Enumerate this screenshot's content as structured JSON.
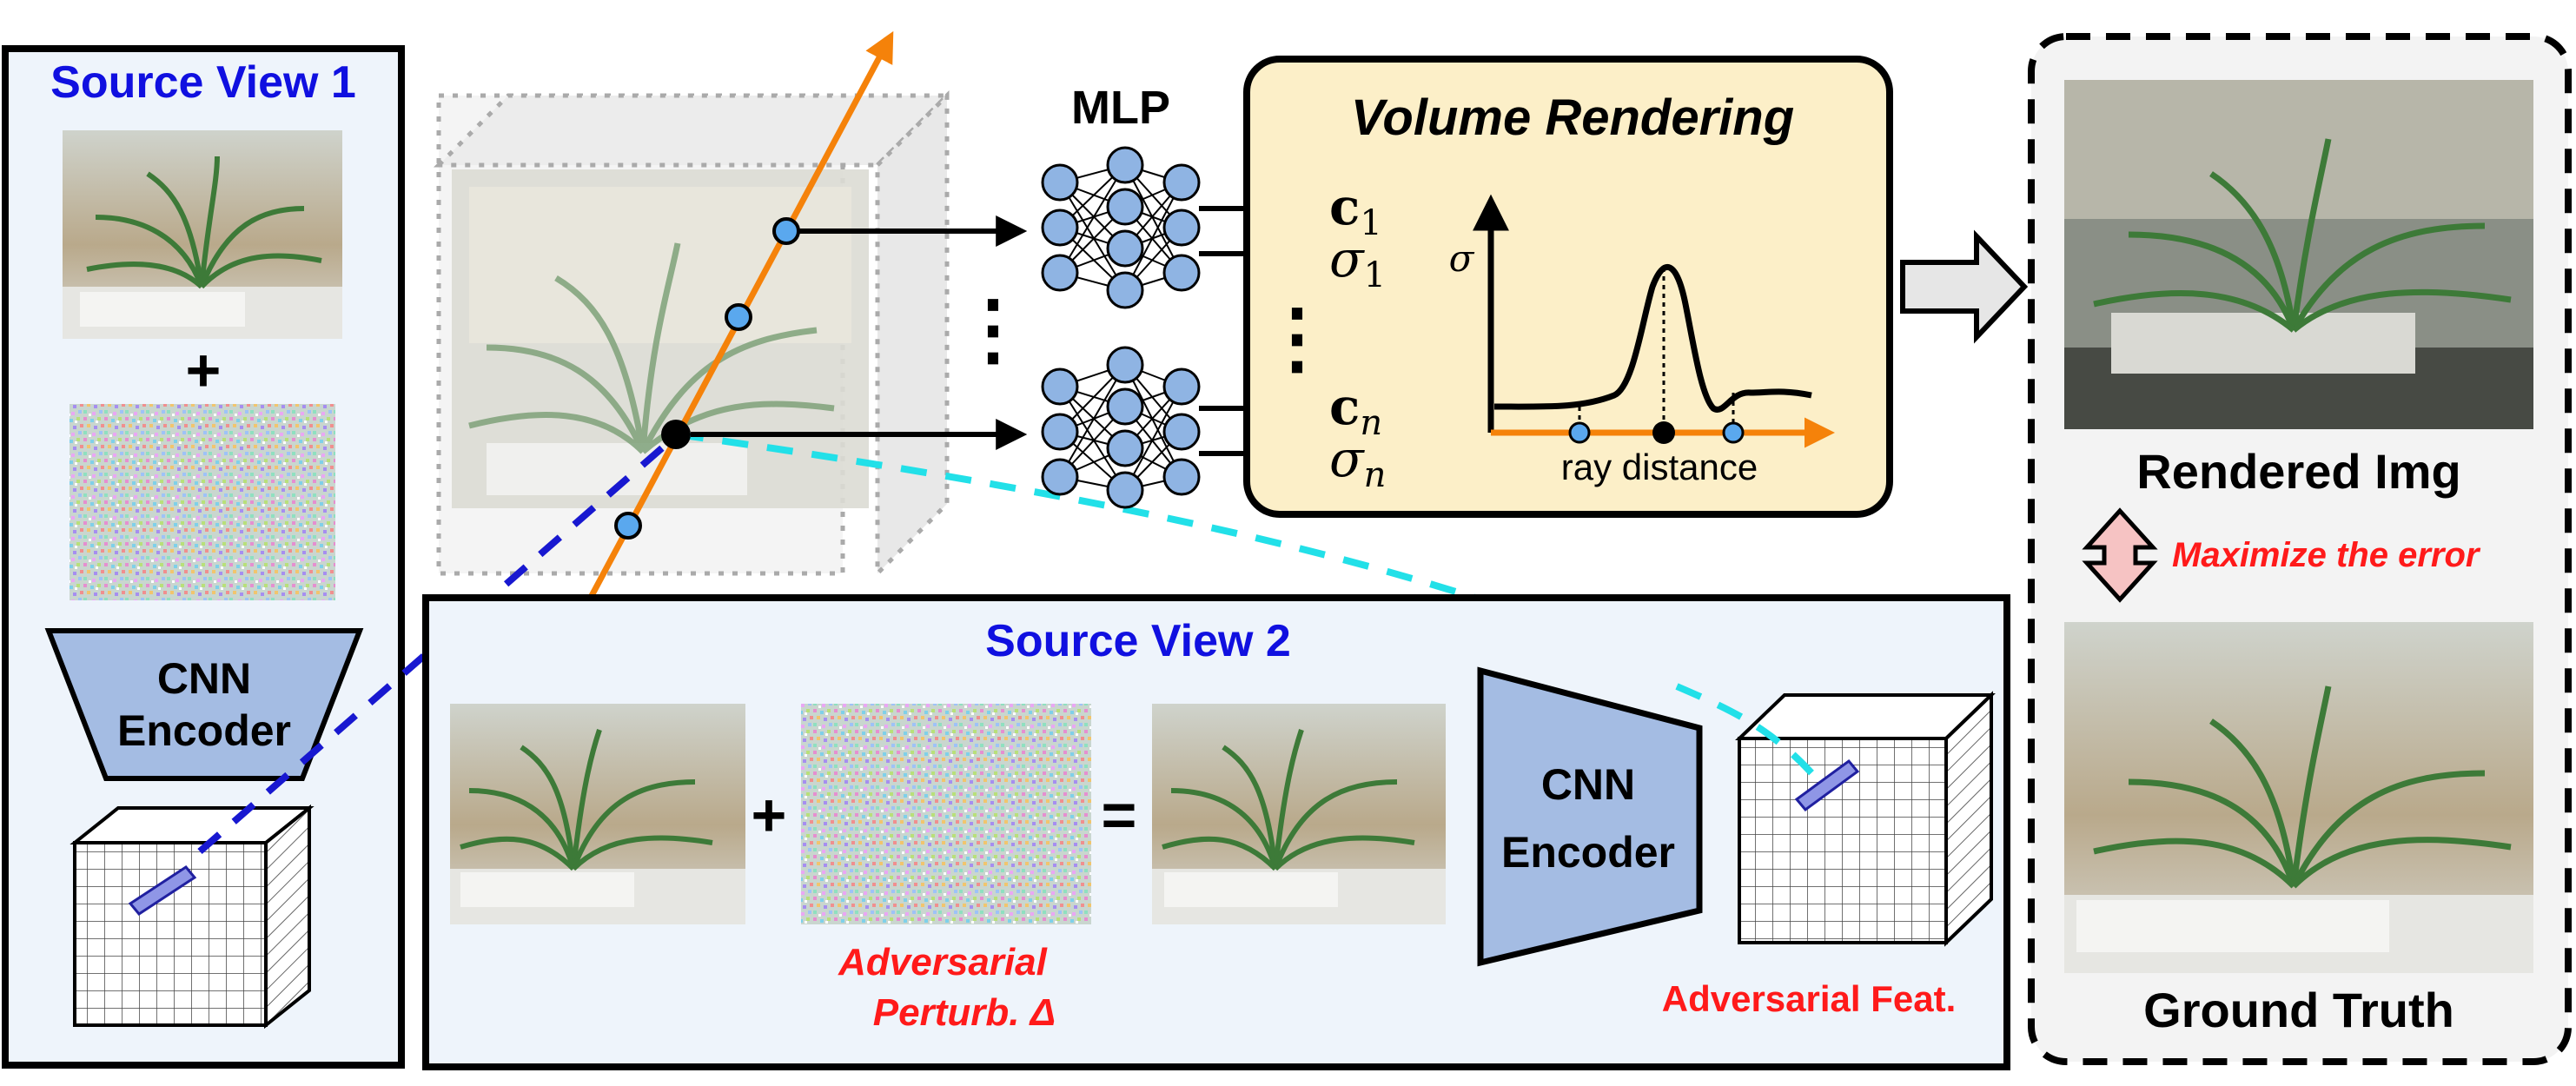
{
  "source_view_1": {
    "title": "Source View 1",
    "plus": "+",
    "encoder_line1": "CNN",
    "encoder_line2": "Encoder"
  },
  "source_view_2": {
    "title": "Source View 2",
    "plus": "+",
    "equals": "=",
    "encoder_line1": "CNN",
    "encoder_line2": "Encoder",
    "perturb_line1": "Adversarial",
    "perturb_line2": "Perturb. Δ",
    "adv_feat": "Adversarial Feat."
  },
  "mlp": {
    "title": "MLP",
    "ellipsis": "⋮"
  },
  "volume_rendering": {
    "title": "Volume Rendering",
    "c1": "c",
    "c1_sub": "1",
    "sigma1": "σ",
    "sigma1_sub": "1",
    "cn": "c",
    "cn_sub": "n",
    "sigman": "σ",
    "sigman_sub": "n",
    "ellipsis": "⋮",
    "axis_sigma": "σ",
    "axis_x": "ray distance"
  },
  "output": {
    "rendered": "Rendered Img",
    "ground_truth": "Ground Truth",
    "maximize": "Maximize the error"
  },
  "colors": {
    "ray": "#f5820a",
    "blue_text": "#1010e0",
    "red_text": "#ff1a1a",
    "panel_bg": "#eef4fb",
    "vr_bg": "#fcefc8",
    "encoder": "#a4bce3",
    "node": "#8fb4e3",
    "cyan": "#22e0e8",
    "arrow_pink": "#f6c3c3"
  }
}
